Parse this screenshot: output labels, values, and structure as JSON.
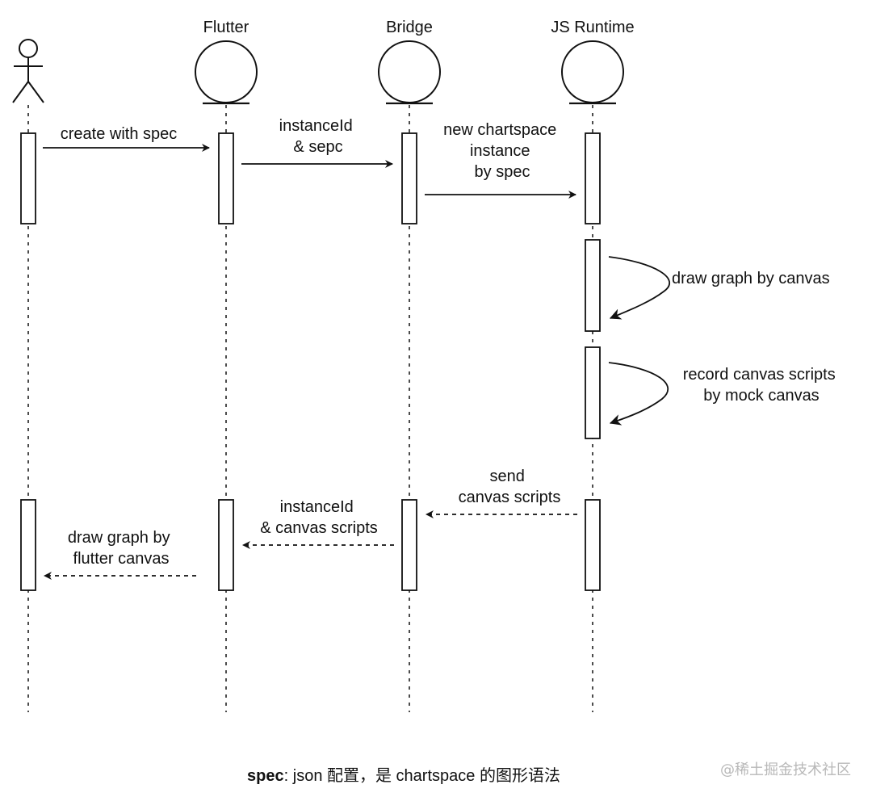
{
  "participants": {
    "user": {
      "label": ""
    },
    "flutter": {
      "label": "Flutter"
    },
    "bridge": {
      "label": "Bridge"
    },
    "js_runtime": {
      "label": "JS Runtime"
    }
  },
  "messages": {
    "create_with_spec": {
      "lines": [
        "create with spec"
      ]
    },
    "instance_id_spec": {
      "lines": [
        "instanceId",
        "& sepc"
      ]
    },
    "new_chartspace": {
      "lines": [
        "new chartspace",
        "instance",
        "by spec"
      ]
    },
    "draw_graph_canvas": {
      "lines": [
        "draw graph by canvas"
      ]
    },
    "record_scripts": {
      "lines": [
        "record canvas scripts",
        "by mock canvas"
      ]
    },
    "send_scripts": {
      "lines": [
        "send",
        "canvas scripts"
      ]
    },
    "instance_id_scripts": {
      "lines": [
        "instanceId",
        "& canvas scripts"
      ]
    },
    "draw_flutter_canvas": {
      "lines": [
        "draw graph by",
        "flutter canvas"
      ]
    }
  },
  "caption": {
    "term": "spec",
    "text": ": json 配置，是 chartspace 的图形语法"
  },
  "watermark": "@稀土掘金技术社区"
}
